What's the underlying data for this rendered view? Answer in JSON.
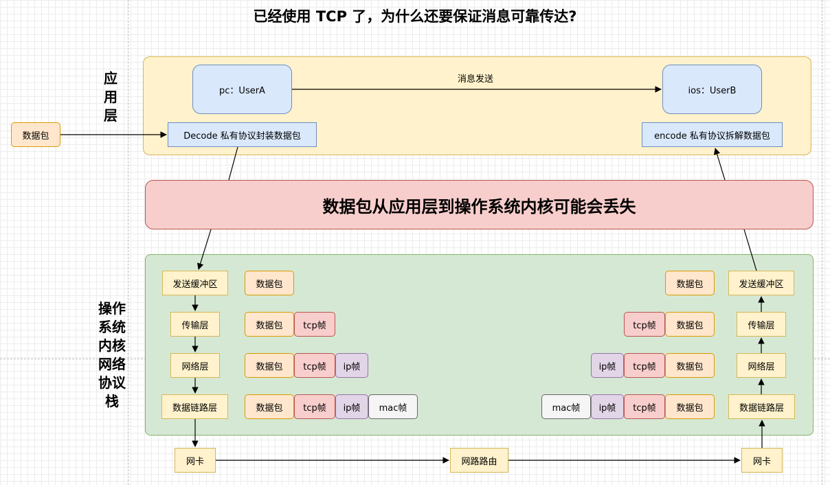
{
  "title": "已经使用 TCP 了，为什么还要保证消息可靠传达?",
  "app_layer": {
    "label": "应\n用\n层",
    "user_a": "pc：UserA",
    "user_b": "ios：UserB",
    "send_label": "消息发送",
    "decode": "Decode 私有协议封装数据包",
    "encode": "encode 私有协议拆解数据包",
    "input_packet": "数据包"
  },
  "banner": "数据包从应用层到操作系统内核可能会丢失",
  "kernel": {
    "label": "操作\n系统\n内核\n网络\n协议\n栈",
    "layers": [
      "发送缓冲区",
      "传输层",
      "网络层",
      "数据链路层"
    ],
    "packet": "数据包",
    "tcp": "tcp帧",
    "ip": "ip帧",
    "mac": "mac帧"
  },
  "network": {
    "nic_left": "网卡",
    "router": "网路路由",
    "nic_right": "网卡"
  },
  "colors": {
    "app_panel": "#fff2cc",
    "kernel_panel": "#d5e8d4",
    "banner": "#f8cecc",
    "user_box": "#dae8fc",
    "packet": "#ffe6cc",
    "tcp": "#f8cecc",
    "ip": "#e1d5e7",
    "mac": "#f5f5f5"
  }
}
